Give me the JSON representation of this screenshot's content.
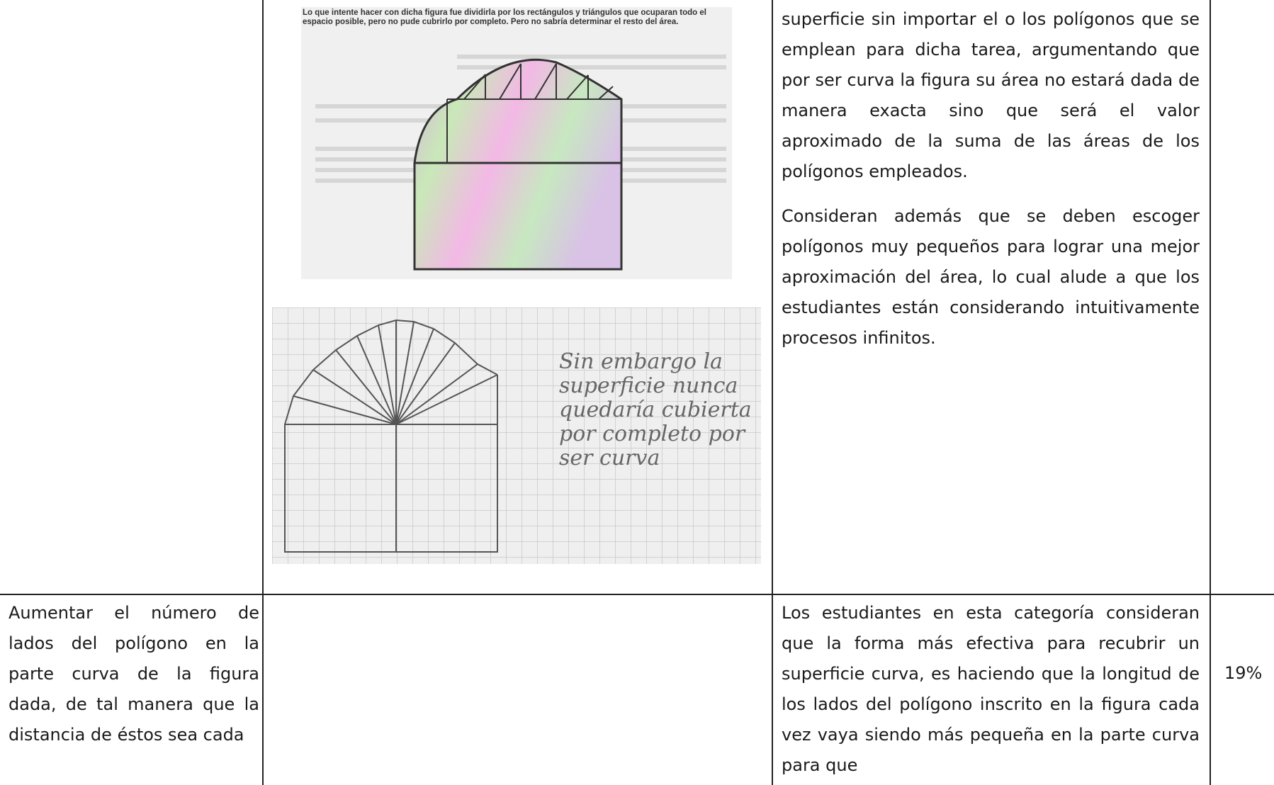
{
  "caption_scan": "Lo que intente hacer con dicha figura fue dividirla por los rectángulos y triángulos que ocuparan todo el espacio posible, pero no pude cubrirlo por completo. Pero no sabría determinar el resto del área.",
  "handwriting": [
    "Sin embargo la",
    "superficie nunca",
    "quedaría cubierta",
    "por completo por",
    "ser curva"
  ],
  "row1": {
    "col3_paragraphs": [
      "superficie sin importar el o los polígonos que se emplean para dicha tarea, argumentando que por ser curva la figura su área no estará dada de manera exacta sino que será el valor aproximado de la suma de las áreas de los polígonos empleados.",
      "Consideran además que se deben escoger polígonos muy pequeños para lograr una mejor aproximación del área, lo cual alude a que los estudiantes están considerando intuitivamente procesos infinitos."
    ]
  },
  "row2": {
    "col1": "Aumentar el número de lados del polígono en la parte curva de la figura dada, de tal manera que la distancia de éstos sea cada",
    "col3": "Los estudiantes en esta categoría consideran que la forma más efectiva para recubrir un superficie curva, es haciendo que la longitud de los lados del polígono inscrito en la figura cada vez vaya siendo más pequeña en la parte curva para que",
    "col4": "19%"
  },
  "colors": {
    "border": "#222222",
    "text": "#1a1a1a"
  }
}
